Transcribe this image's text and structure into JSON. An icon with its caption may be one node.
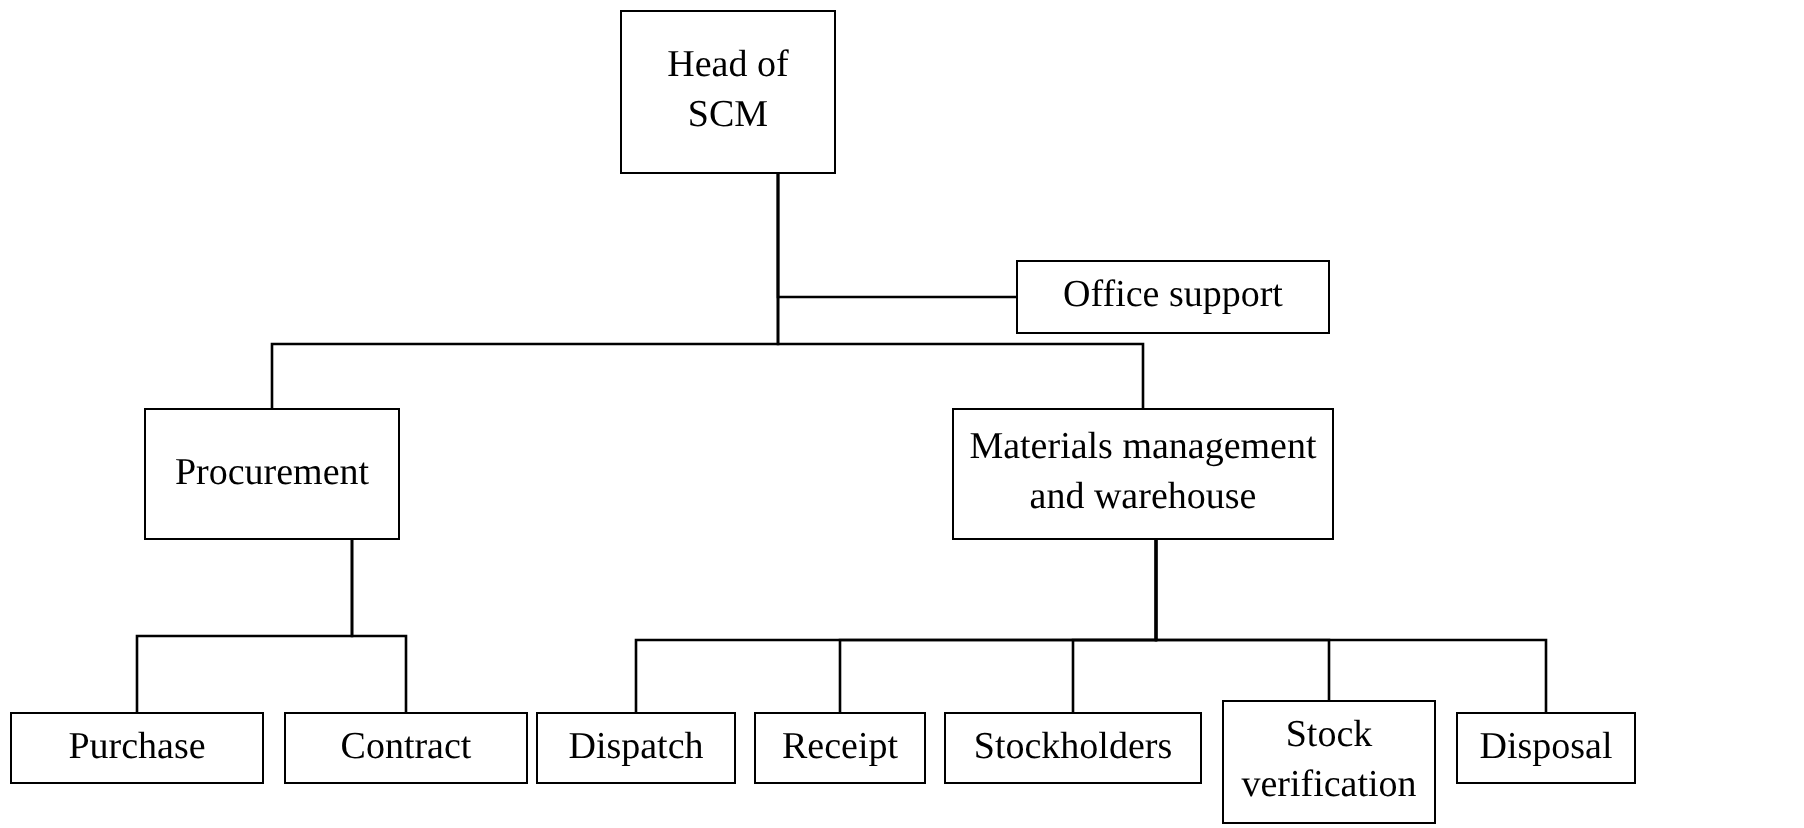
{
  "diagram": {
    "nodes": [
      {
        "text": [
          "Head of SCM"
        ]
      },
      {
        "text": [
          "Office support"
        ]
      },
      {
        "text": [
          "Procurement"
        ]
      },
      {
        "text": [
          "Materials management and warehouse"
        ]
      },
      {
        "text": [
          "Purchase"
        ]
      },
      {
        "text": [
          "Contract"
        ]
      },
      {
        "text": [
          "Dispatch"
        ]
      },
      {
        "text": [
          "Receipt"
        ]
      },
      {
        "text": [
          "Stockholders"
        ]
      },
      {
        "text": [
          "Stock verification"
        ]
      },
      {
        "text": [
          "Disposal"
        ]
      }
    ],
    "edges": [
      {
        "from": 0,
        "to": 1,
        "arrow": "none"
      },
      {
        "from": 0,
        "to": 2,
        "arrow": "none"
      },
      {
        "from": 0,
        "to": 3,
        "arrow": "none"
      },
      {
        "from": 2,
        "to": 4,
        "arrow": "none"
      },
      {
        "from": 2,
        "to": 5,
        "arrow": "none"
      },
      {
        "from": 3,
        "to": 6,
        "arrow": "none"
      },
      {
        "from": 3,
        "to": 7,
        "arrow": "none"
      },
      {
        "from": 3,
        "to": 8,
        "arrow": "none"
      },
      {
        "from": 3,
        "to": 9,
        "arrow": "none"
      },
      {
        "from": 3,
        "to": 10,
        "arrow": "none"
      }
    ]
  }
}
